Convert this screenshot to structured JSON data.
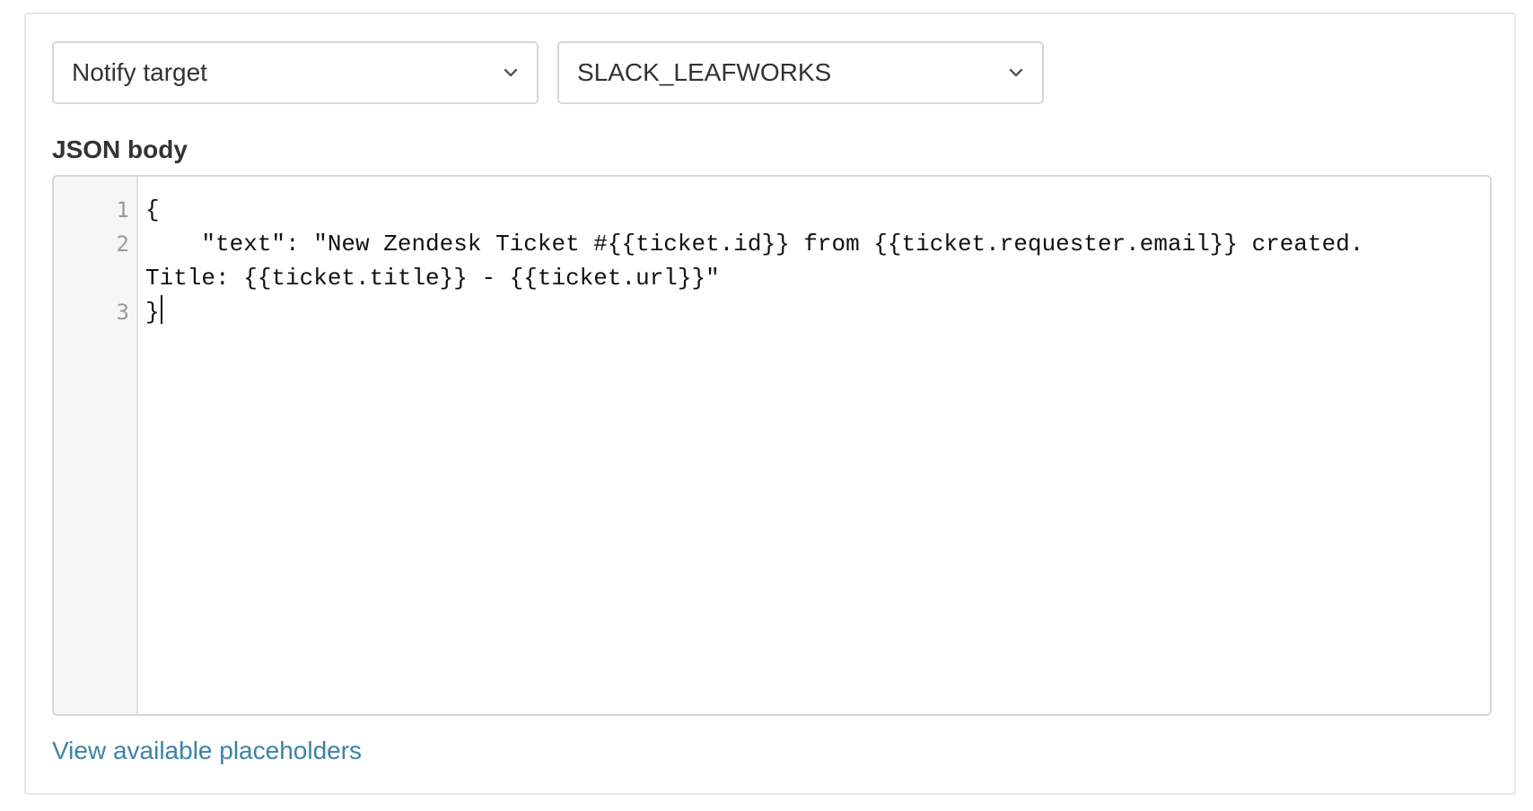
{
  "selects": {
    "notify_type": {
      "value": "Notify target",
      "icon": "chevron-down-icon"
    },
    "target": {
      "value": "SLACK_LEAFWORKS",
      "icon": "chevron-down-icon"
    }
  },
  "json_body": {
    "label": "JSON body",
    "line_numbers": [
      "1",
      "2",
      "3"
    ],
    "lines": [
      "{",
      "    \"text\": \"New Zendesk Ticket #{{ticket.id}} from {{ticket.requester.email}} created.",
      "Title: {{ticket.title}} - {{ticket.url}}\"",
      "}"
    ]
  },
  "placeholders_link": "View available placeholders",
  "colors": {
    "link": "#3b83a8",
    "border": "#d7d7d7",
    "gutter_bg": "#f6f6f6"
  }
}
